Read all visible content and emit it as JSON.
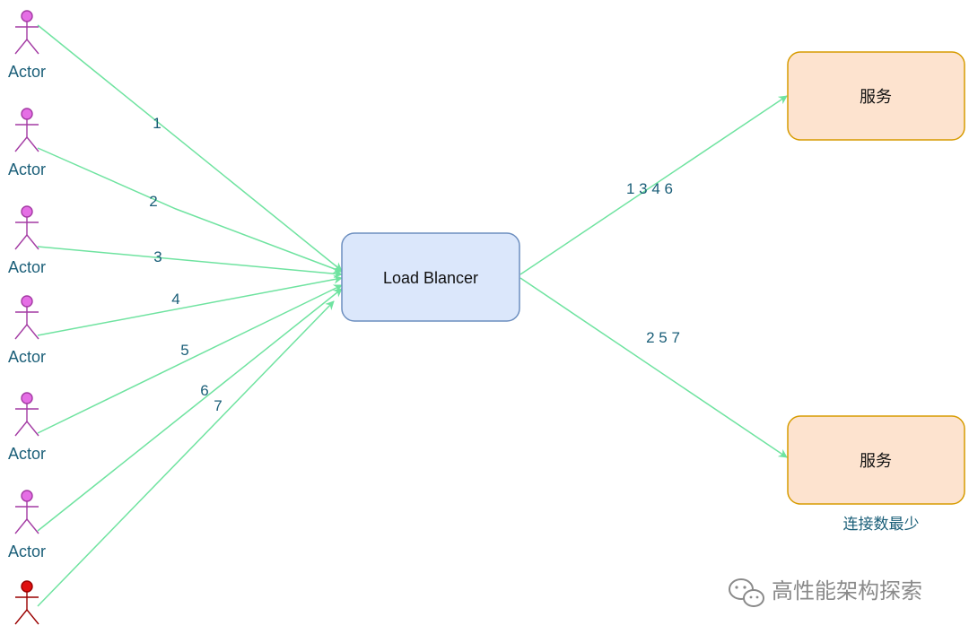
{
  "actors": [
    {
      "label": "Actor",
      "color": "#e56ee5",
      "stroke": "#a33aa3"
    },
    {
      "label": "Actor",
      "color": "#e56ee5",
      "stroke": "#a33aa3"
    },
    {
      "label": "Actor",
      "color": "#e56ee5",
      "stroke": "#a33aa3"
    },
    {
      "label": "Actor",
      "color": "#e56ee5",
      "stroke": "#a33aa3"
    },
    {
      "label": "Actor",
      "color": "#e56ee5",
      "stroke": "#a33aa3"
    },
    {
      "label": "Actor",
      "color": "#e56ee5",
      "stroke": "#a33aa3"
    },
    {
      "label": "",
      "color": "#e01010",
      "stroke": "#9a0000"
    }
  ],
  "edge_labels": [
    "1",
    "2",
    "3",
    "4",
    "5",
    "6",
    "7"
  ],
  "load_balancer": {
    "label": "Load Blancer",
    "fill": "#dbe7fb",
    "stroke": "#6c8ebf"
  },
  "services": [
    {
      "label": "服务",
      "edge_label": "1 3 4 6",
      "fill": "#fde3cf",
      "stroke": "#d79b00"
    },
    {
      "label": "服务",
      "edge_label": "2 5 7",
      "fill": "#fde3cf",
      "stroke": "#d79b00"
    }
  ],
  "note": "连接数最少",
  "watermark": {
    "text": "高性能架构探索",
    "icon": "wechat-icon"
  },
  "colors": {
    "edge": "#6fe3a0",
    "text": "#1a5e78"
  }
}
